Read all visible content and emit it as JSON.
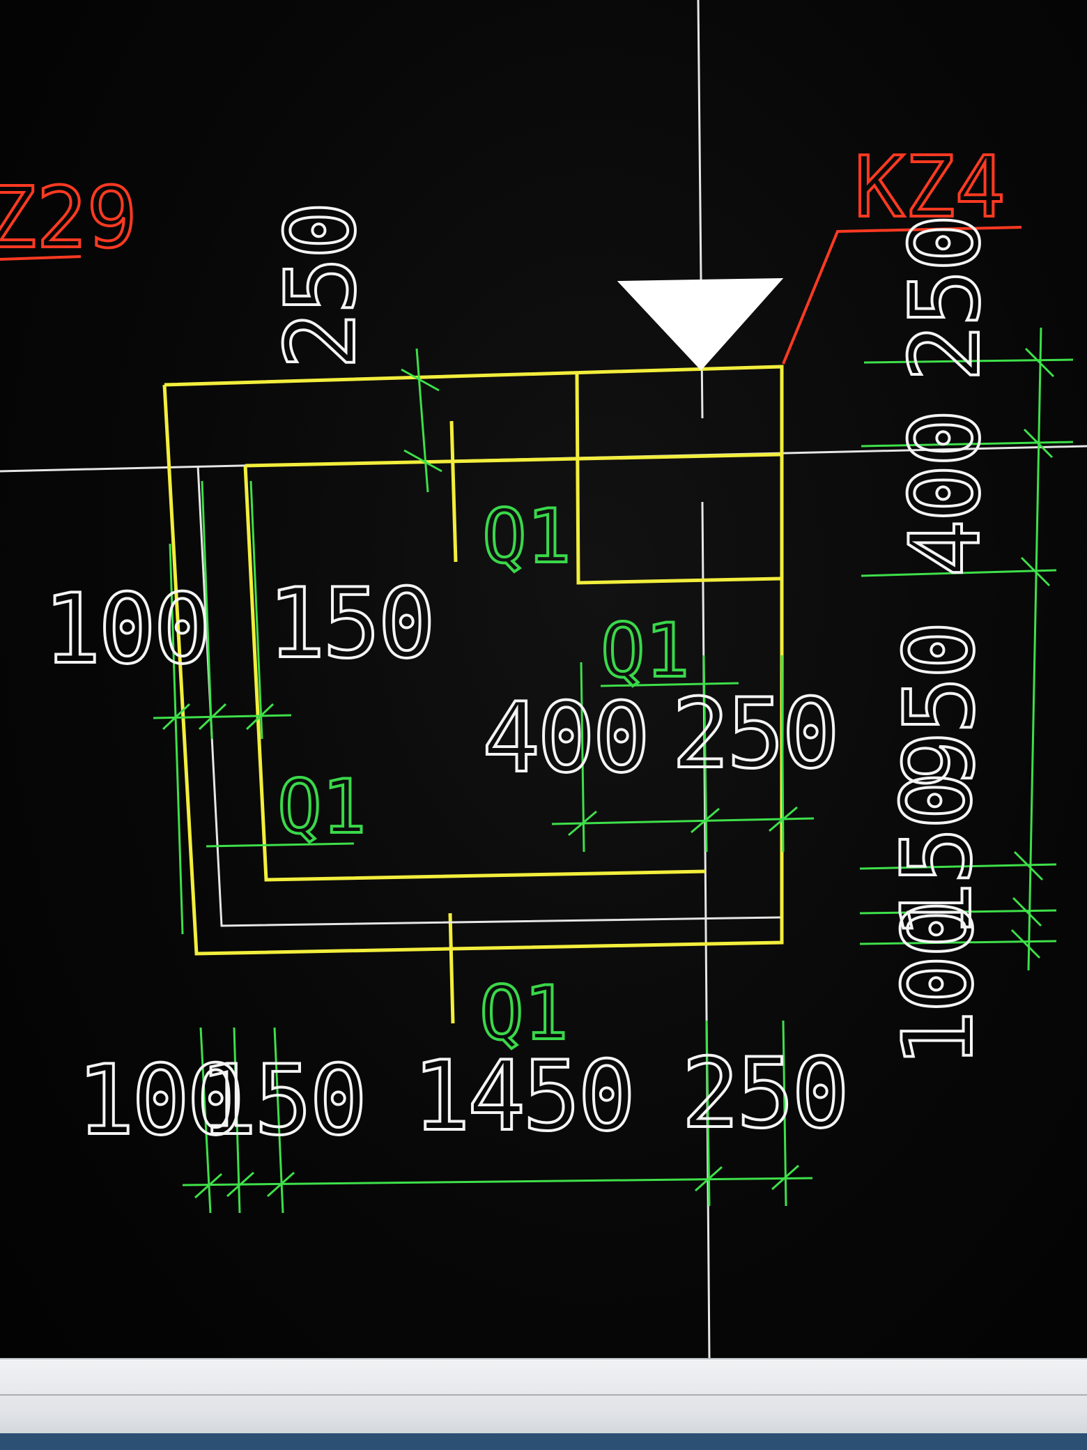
{
  "labels": {
    "tag_left": "Z29",
    "tag_column": "KZ4",
    "wall_q1": "Q1",
    "dim_250": "250",
    "dim_400": "400",
    "dim_950": "950",
    "dim_150": "150",
    "dim_100": "100",
    "dim_1450": "1450"
  },
  "colors": {
    "background": "#050505",
    "column_outline": "#f2ee3c",
    "dimension_lines": "#3ee04a",
    "wall_labels": "#3ad84a",
    "tag_labels": "#ff3a22",
    "dimension_text": "#f4f4f4",
    "section_mark": "#ffffff"
  },
  "icons": {
    "section_mark": "section-mark-triangle-icon"
  }
}
